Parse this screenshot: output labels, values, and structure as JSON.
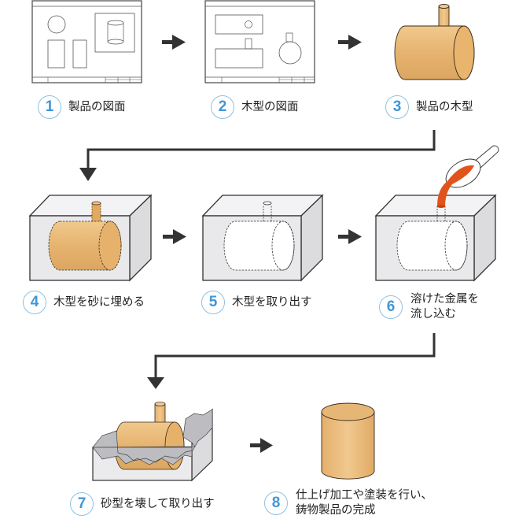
{
  "title": "鋳物製造工程",
  "colors": {
    "badge_number": "#3f97d6",
    "badge_border": "#8fc1e3",
    "arrow": "#333333",
    "wood": "#e8b978",
    "sand_box": "#ebebee",
    "molten_metal": "#e0541c"
  },
  "steps": [
    {
      "number": "1",
      "label": "製品の図面",
      "illustration": "product-drawing"
    },
    {
      "number": "2",
      "label": "木型の図面",
      "illustration": "pattern-drawing"
    },
    {
      "number": "3",
      "label": "製品の木型",
      "illustration": "wooden-pattern"
    },
    {
      "number": "4",
      "label": "木型を砂に埋める",
      "illustration": "pattern-in-sand"
    },
    {
      "number": "5",
      "label": "木型を取り出す",
      "illustration": "empty-mold"
    },
    {
      "number": "6",
      "label": "溶けた金属を\n流し込む",
      "illustration": "pouring-metal"
    },
    {
      "number": "7",
      "label": "砂型を壊して取り出す",
      "illustration": "breaking-mold"
    },
    {
      "number": "8",
      "label": "仕上げ加工や塗装を行い、\n鋳物製品の完成",
      "illustration": "finished-casting"
    }
  ]
}
